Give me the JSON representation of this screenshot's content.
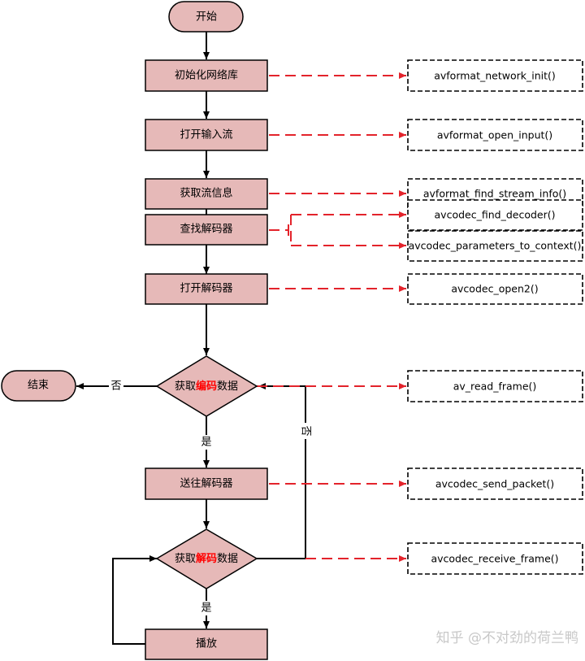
{
  "nodes": {
    "start": "开始",
    "init_network": "初始化网络库",
    "open_input": "打开输入流",
    "find_stream_info": "获取流信息",
    "find_decoder": "查找解码器",
    "open_decoder": "打开解码器",
    "get_encoded": {
      "pre": "获取",
      "highlight": "编码",
      "post": "数据"
    },
    "end": "结束",
    "send_to_decoder": "送往解码器",
    "get_decoded": {
      "pre": "获取",
      "highlight": "解码",
      "post": "数据"
    },
    "play": "播放"
  },
  "edge_labels": {
    "no_left": "否",
    "no_loop": "否",
    "yes_1": "是",
    "yes_2": "是"
  },
  "apis": [
    "avformat_network_init()",
    "avformat_open_input()",
    "avformat_find_stream_info()",
    "avcodec_find_decoder()",
    "avcodec_parameters_to_context()",
    "avcodec_open2()",
    "av_read_frame()",
    "avcodec_send_packet()",
    "avcodec_receive_frame()"
  ],
  "watermark": "知乎 @不对劲的荷兰鸭",
  "colors": {
    "process_fill": "#e6b9b8",
    "api_arrow": "#e3232b",
    "flow": "#000000",
    "highlight": "#ff0000"
  }
}
